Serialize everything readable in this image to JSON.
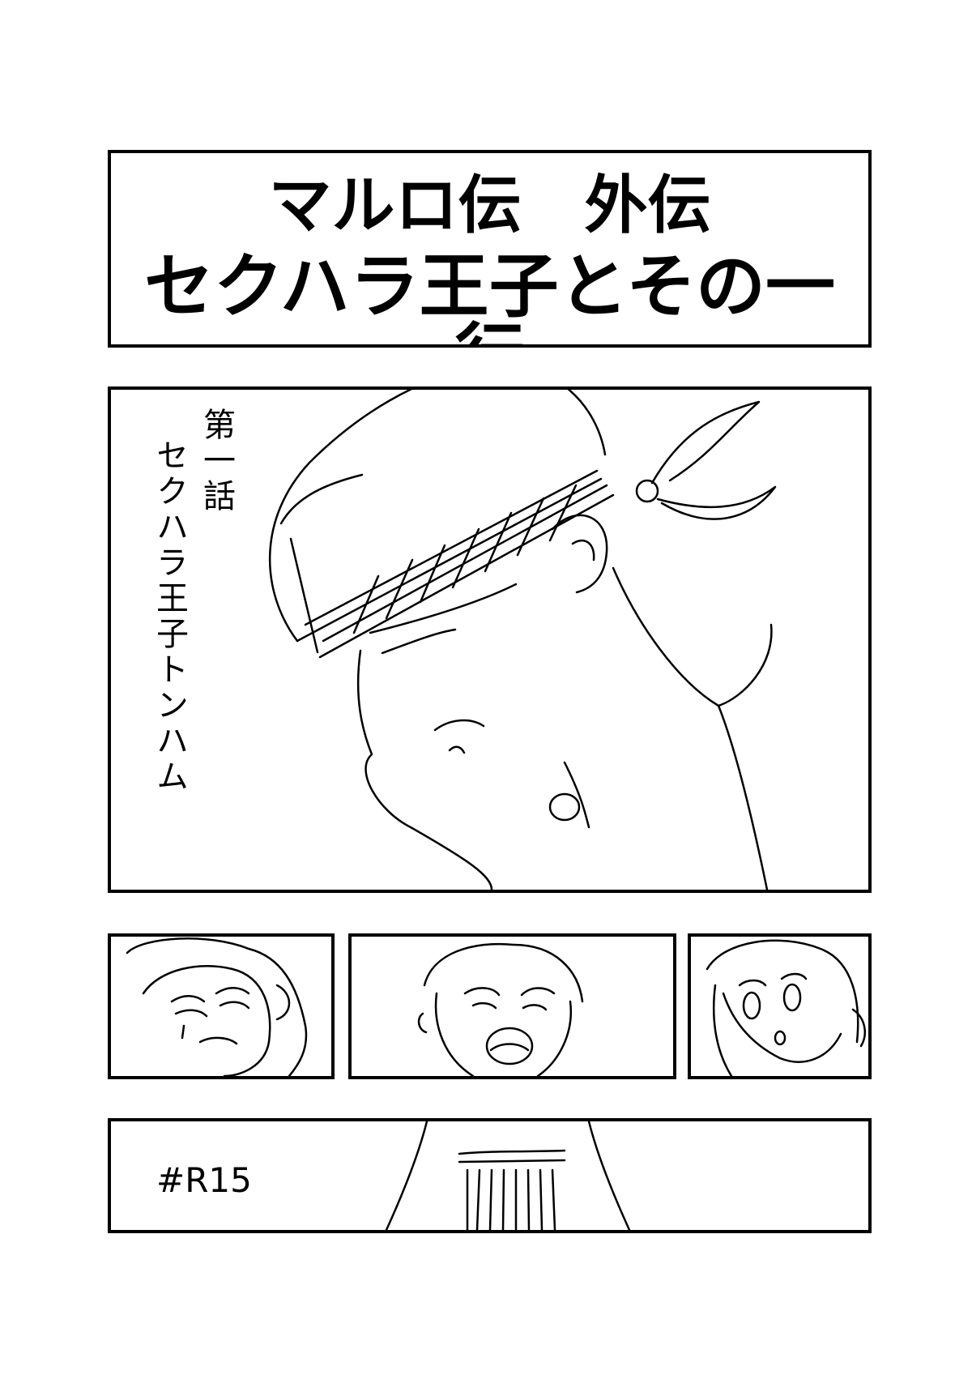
{
  "title": {
    "line1": "マルロ伝　外伝",
    "line2": "セクハラ王子とその一行"
  },
  "episode": {
    "number": "第一話",
    "subtitle": "セクハラ王子トンハム"
  },
  "rating": "#R15",
  "illustrations": [
    "prince-bandana-portrait",
    "crying-girl-face",
    "shouting-boy-face",
    "surprised-girl-face",
    "dress-figure"
  ]
}
